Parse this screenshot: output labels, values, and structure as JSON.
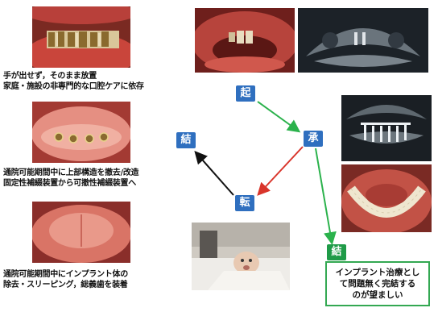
{
  "nodes": {
    "ki": "起",
    "sho": "承",
    "ten": "転",
    "ketsu_left": "結",
    "ketsu_right": "結"
  },
  "captions": {
    "photo1": [
      "手が出せず，そのまま放置",
      "家庭・施設の非専門的な口腔ケアに依存"
    ],
    "photo2": [
      "通院可能期間中に上部構造を撤去/改造",
      "固定性補綴装置から可撤性補綴装置へ"
    ],
    "photo3": [
      "通院可能期間中にインプラント体の",
      "除去・スリーピング，総義歯を装着"
    ]
  },
  "summary": [
    "インプラント治療とし",
    "て問題無く完結する",
    "のが望ましい"
  ],
  "colors": {
    "node_blue": "#2f6fbf",
    "node_green": "#1f9b48",
    "arrow_green": "#2bb24c",
    "arrow_red": "#d9352b",
    "arrow_black": "#111111"
  }
}
